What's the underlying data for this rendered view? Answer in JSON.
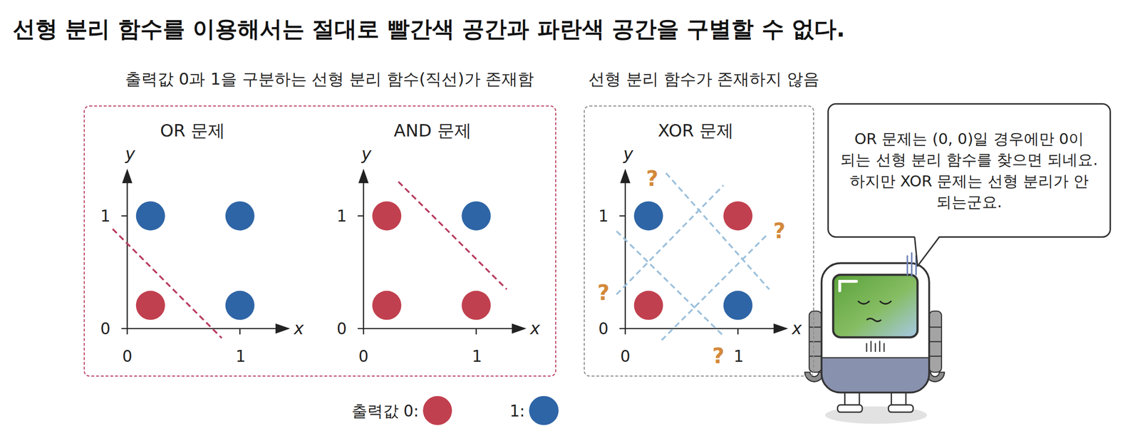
{
  "diagram": {
    "title": "선형 분리 함수를 이용해서는 절대로 빨간색 공간과 파란색 공간을 구별할 수 없다.",
    "nodes": [
      {
        "text": [
          "출력값 0과 1을 구분하는 선형 분리 함수(직선)가 존재함"
        ]
      },
      {
        "text": [
          "선형 분리 함수가 존재하지 않음"
        ]
      },
      {
        "text": [
          "OR 문제는 (0, 0)일 경우에만 0이 되는 선형 분리 함수를 찾으면 되네요. 하지만 XOR 문제는 선형 분리가 안 되는군요."
        ]
      }
    ],
    "labels": [
      "OR 문제",
      "y",
      "1",
      "0",
      "0",
      "1",
      "x",
      "AND 문제",
      "y",
      "1",
      "0",
      "0",
      "1",
      "x",
      "XOR 문제",
      "y",
      "1",
      "0",
      "0",
      "1",
      "x",
      "?",
      "?",
      "?",
      "?"
    ],
    "legend": [
      {
        "text": "출력값 0:",
        "color": "#c1404f"
      },
      {
        "text": "1:",
        "color": "#2e65a6"
      }
    ]
  }
}
